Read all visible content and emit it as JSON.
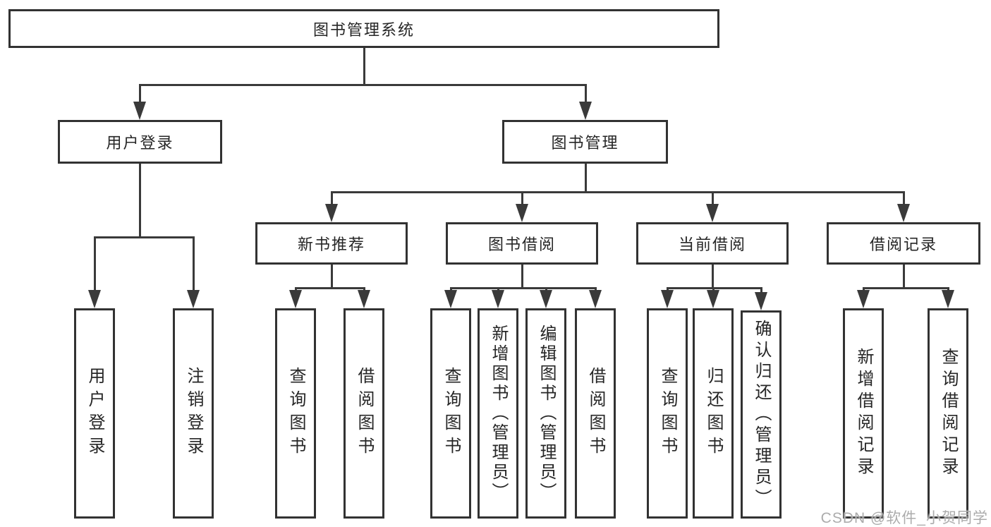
{
  "diagram": {
    "root_label": "图书管理系统",
    "level2": {
      "user_login": "用户登录",
      "book_mgmt": "图书管理"
    },
    "level3": {
      "new_books": "新书推荐",
      "borrowing": "图书借阅",
      "current": "当前借阅",
      "records": "借阅记录"
    },
    "leaves": {
      "user_login": [
        "用户登录",
        "注销登录"
      ],
      "new_books": [
        "查询图书",
        "借阅图书"
      ],
      "borrowing": [
        "查询图书",
        "新增图书（管理员）",
        "编辑图书（管理员）",
        "借阅图书"
      ],
      "current": [
        "查询图书",
        "归还图书",
        "确认归还（管理员）"
      ],
      "records": [
        "新增借阅记录",
        "查询借阅记录"
      ]
    }
  },
  "watermark": "CSDN @软件_小贺同学"
}
